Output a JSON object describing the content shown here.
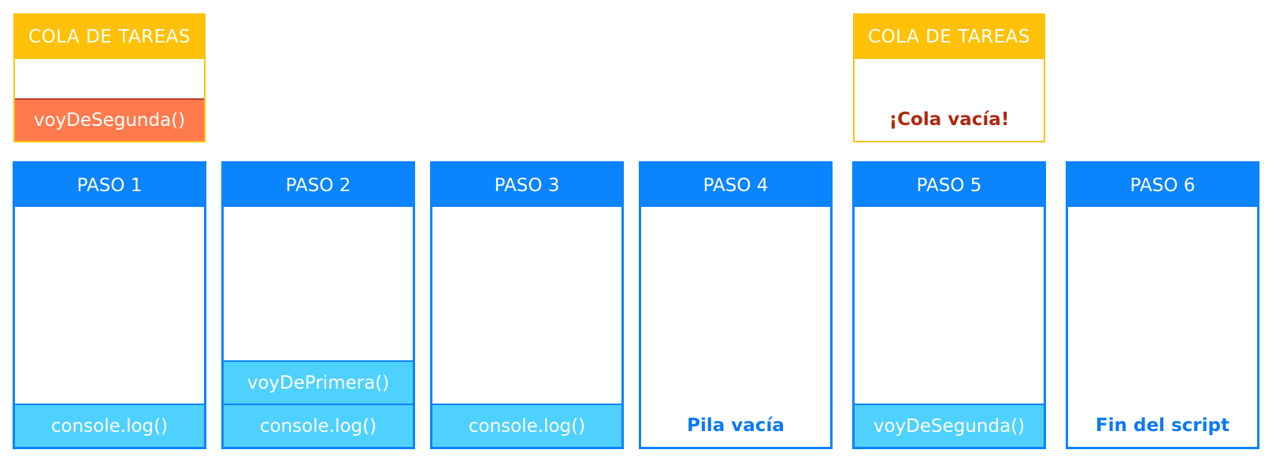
{
  "colors": {
    "queue_header": "#FFC107",
    "queue_item": "#FF7A4D",
    "queue_empty_text": "#B0280F",
    "stack_header": "#0A84FF",
    "stack_frame": "#4FD1FF",
    "stack_note_text": "#0A7AF0"
  },
  "queues": [
    {
      "title": "COLA DE TAREAS",
      "item": "voyDeSegunda()"
    },
    {
      "title": "COLA DE TAREAS",
      "empty_label": "¡Cola vacía!"
    }
  ],
  "steps": [
    {
      "title": "PASO 1",
      "frames": [
        "console.log()"
      ]
    },
    {
      "title": "PASO 2",
      "frames": [
        "console.log()",
        "voyDePrimera()"
      ]
    },
    {
      "title": "PASO 3",
      "frames": [
        "console.log()"
      ]
    },
    {
      "title": "PASO 4",
      "note": "Pila vacía"
    },
    {
      "title": "PASO 5",
      "frames": [
        "voyDeSegunda()"
      ]
    },
    {
      "title": "PASO 6",
      "note": "Fin del script"
    }
  ]
}
